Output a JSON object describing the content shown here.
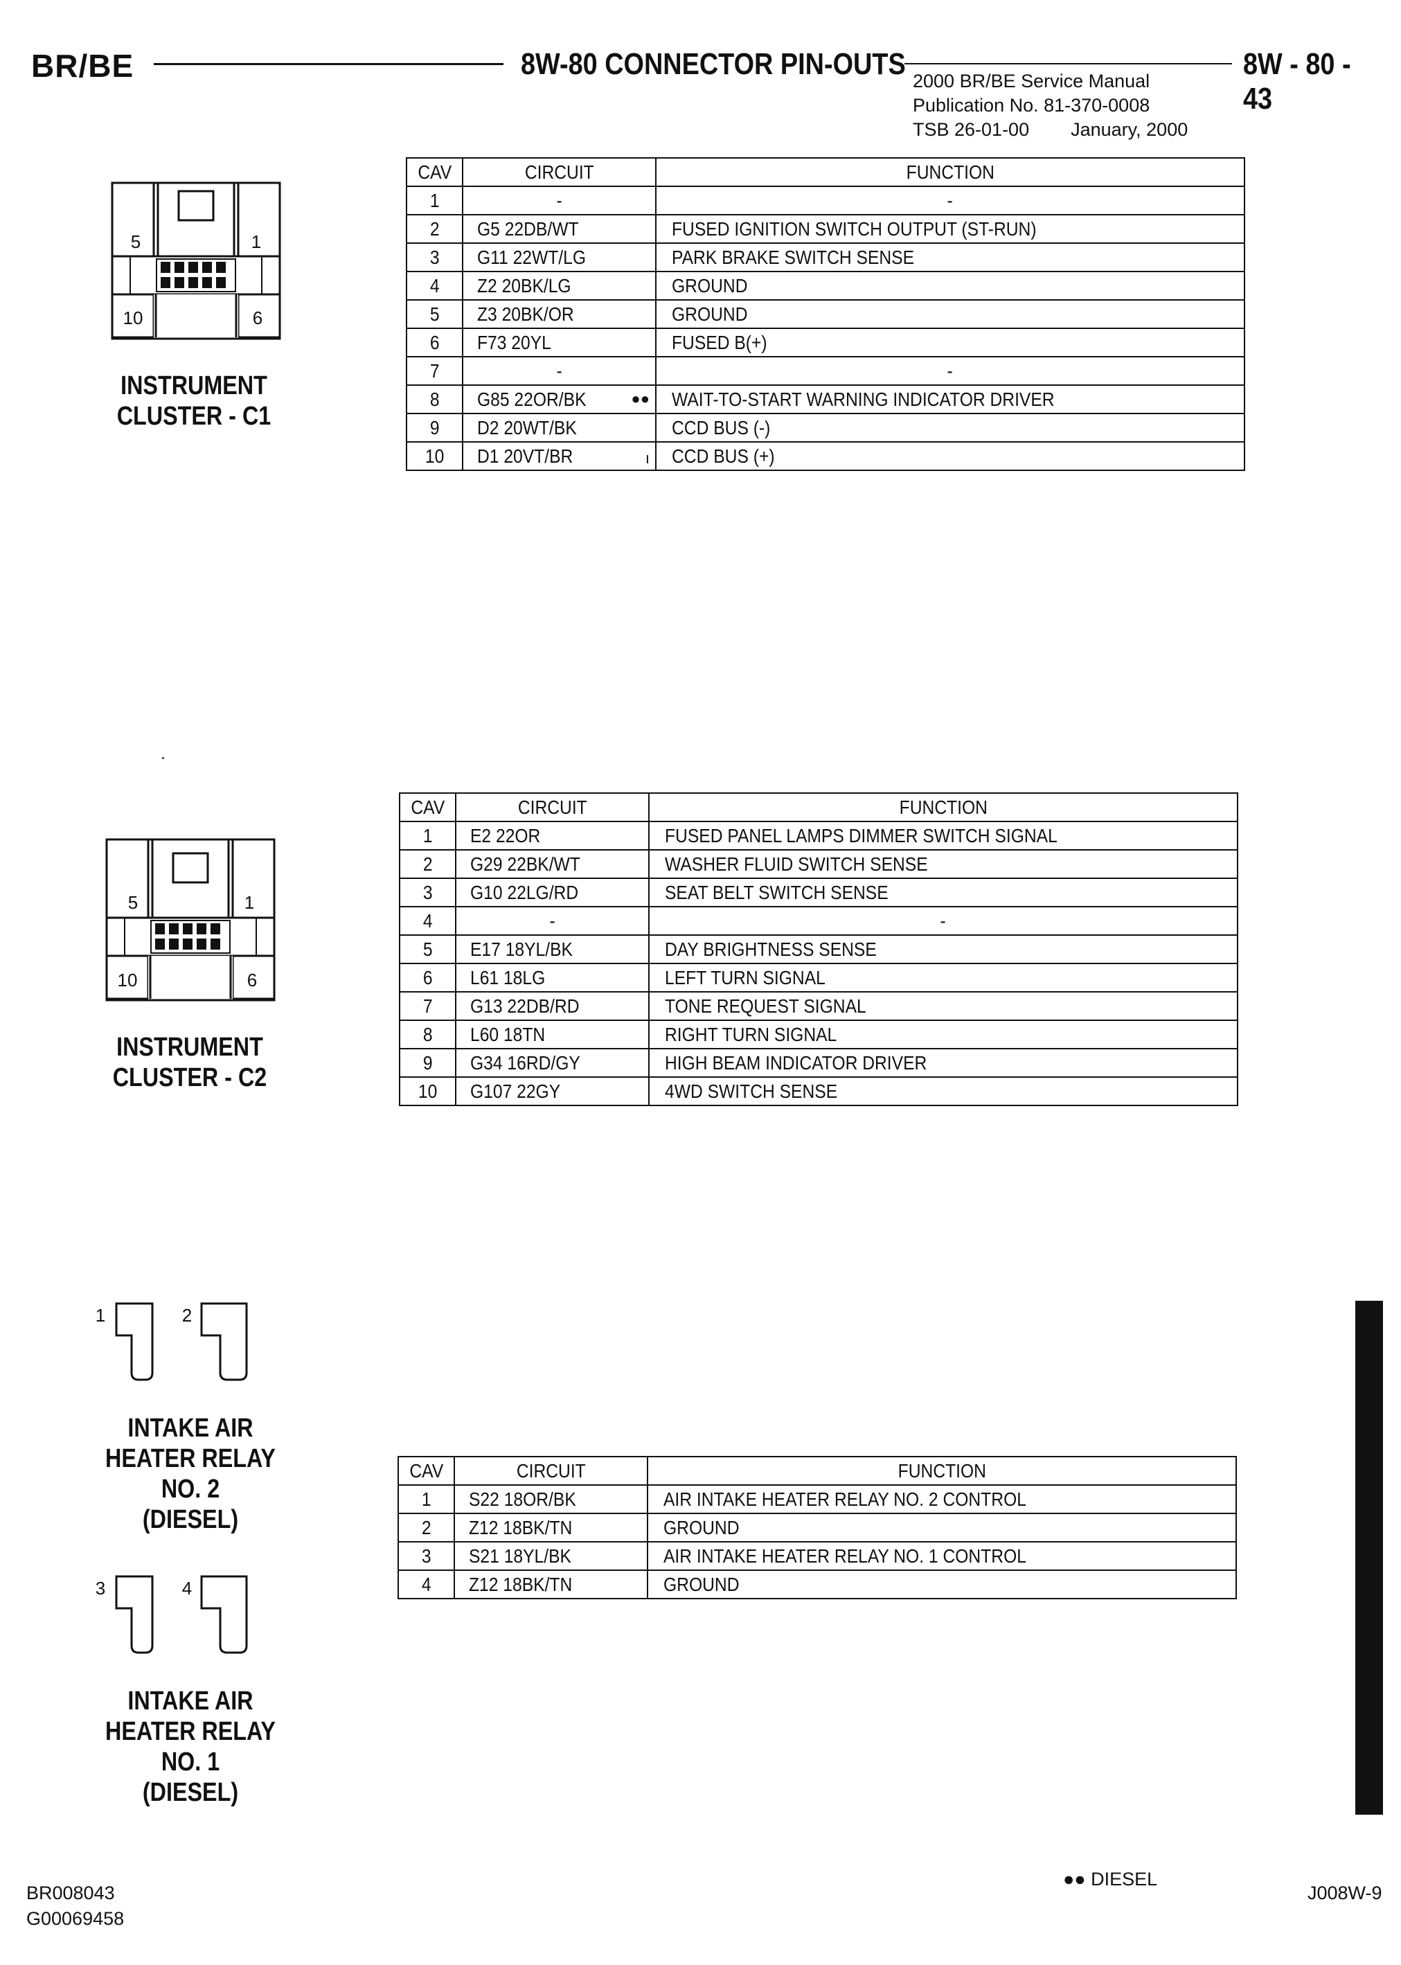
{
  "header": {
    "model": "BR/BE",
    "title": "8W-80 CONNECTOR PIN-OUTS",
    "page_number": "8W - 80 - 43",
    "publication": [
      "2000 BR/BE Service Manual",
      "Publication No. 81-370-0008",
      "TSB 26-01-00        January, 2000"
    ]
  },
  "columns": {
    "cav": "CAV",
    "circuit": "CIRCUIT",
    "function": "FUNCTION"
  },
  "connectors": {
    "c1": {
      "name_line1": "INSTRUMENT",
      "name_line2": "CLUSTER - C1",
      "pin_tl": "5",
      "pin_tr": "1",
      "pin_bl": "10",
      "pin_br": "6",
      "rows": [
        {
          "cav": "1",
          "circuit": "-",
          "function": "-"
        },
        {
          "cav": "2",
          "circuit": "G5 22DB/WT",
          "function": "FUSED IGNITION SWITCH OUTPUT (ST-RUN)"
        },
        {
          "cav": "3",
          "circuit": "G11 22WT/LG",
          "function": "PARK BRAKE SWITCH SENSE"
        },
        {
          "cav": "4",
          "circuit": "Z2 20BK/LG",
          "function": "GROUND"
        },
        {
          "cav": "5",
          "circuit": "Z3 20BK/OR",
          "function": "GROUND"
        },
        {
          "cav": "6",
          "circuit": "F73 20YL",
          "function": "FUSED B(+)"
        },
        {
          "cav": "7",
          "circuit": "-",
          "function": "-"
        },
        {
          "cav": "8",
          "circuit": "G85 22OR/BK",
          "marker": "●●",
          "function": "WAIT-TO-START WARNING INDICATOR DRIVER"
        },
        {
          "cav": "9",
          "circuit": "D2 20WT/BK",
          "function": "CCD BUS (-)"
        },
        {
          "cav": "10",
          "circuit": "D1 20VT/BR",
          "marker": "ı",
          "function": "CCD BUS (+)"
        }
      ]
    },
    "c2": {
      "name_line1": "INSTRUMENT",
      "name_line2": "CLUSTER - C2",
      "pin_tl": "5",
      "pin_tr": "1",
      "pin_bl": "10",
      "pin_br": "6",
      "rows": [
        {
          "cav": "1",
          "circuit": "E2 22OR",
          "function": "FUSED PANEL LAMPS DIMMER SWITCH SIGNAL"
        },
        {
          "cav": "2",
          "circuit": "G29 22BK/WT",
          "function": "WASHER FLUID SWITCH SENSE"
        },
        {
          "cav": "3",
          "circuit": "G10 22LG/RD",
          "function": "SEAT BELT SWITCH SENSE"
        },
        {
          "cav": "4",
          "circuit": "-",
          "function": "-"
        },
        {
          "cav": "5",
          "circuit": "E17 18YL/BK",
          "function": "DAY BRIGHTNESS SENSE"
        },
        {
          "cav": "6",
          "circuit": "L61 18LG",
          "function": "LEFT TURN SIGNAL"
        },
        {
          "cav": "7",
          "circuit": "G13 22DB/RD",
          "function": "TONE REQUEST SIGNAL"
        },
        {
          "cav": "8",
          "circuit": "L60 18TN",
          "function": "RIGHT TURN SIGNAL"
        },
        {
          "cav": "9",
          "circuit": "G34 16RD/GY",
          "function": "HIGH BEAM INDICATOR DRIVER"
        },
        {
          "cav": "10",
          "circuit": "G107 22GY",
          "function": "4WD SWITCH SENSE"
        }
      ]
    },
    "relay2": {
      "name": [
        "INTAKE AIR",
        "HEATER RELAY",
        "NO. 2",
        "(DIESEL)"
      ],
      "pin_a": "1",
      "pin_b": "2"
    },
    "relay1": {
      "name": [
        "INTAKE AIR",
        "HEATER RELAY",
        "NO. 1",
        "(DIESEL)"
      ],
      "pin_a": "3",
      "pin_b": "4"
    },
    "relays": {
      "rows": [
        {
          "cav": "1",
          "circuit": "S22 18OR/BK",
          "function": "AIR INTAKE HEATER RELAY NO. 2 CONTROL"
        },
        {
          "cav": "2",
          "circuit": "Z12 18BK/TN",
          "function": "GROUND"
        },
        {
          "cav": "3",
          "circuit": "S21 18YL/BK",
          "function": "AIR INTAKE HEATER RELAY NO. 1 CONTROL"
        },
        {
          "cav": "4",
          "circuit": "Z12 18BK/TN",
          "function": "GROUND"
        }
      ]
    }
  },
  "footer": {
    "code1": "BR008043",
    "code2": "G00069458",
    "legend": "●● DIESEL",
    "ref": "J008W-9"
  }
}
